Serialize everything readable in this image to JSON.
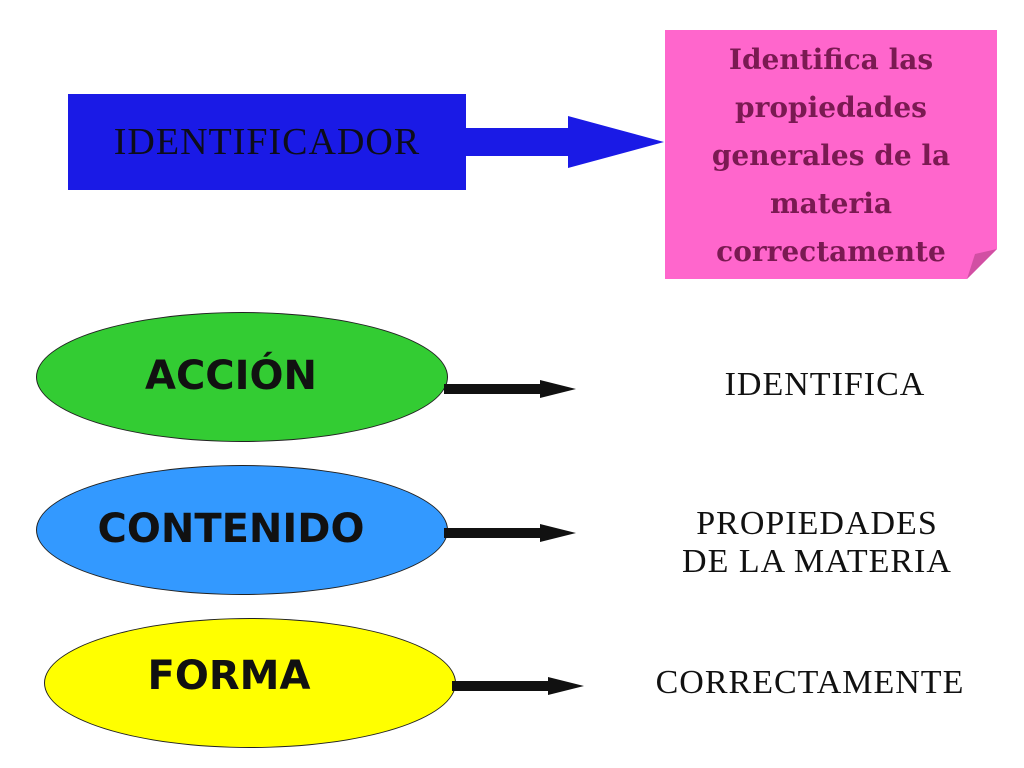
{
  "identifier": {
    "label": "IDENTIFICADOR",
    "color": "#1a1ae6"
  },
  "note": {
    "text_lines": [
      "Identifica las",
      "propiedades",
      "generales de la",
      "materia",
      "correctamente"
    ],
    "color": "#ff66cc"
  },
  "rows": [
    {
      "label": "ACCIÓN",
      "color": "#33cc33",
      "value_lines": [
        "IDENTIFICA"
      ]
    },
    {
      "label": "CONTENIDO",
      "color": "#3399ff",
      "value_lines": [
        "PROPIEDADES",
        "DE LA MATERIA"
      ]
    },
    {
      "label": "FORMA",
      "color": "#ffff00",
      "value_lines": [
        "CORRECTAMENTE"
      ]
    }
  ]
}
